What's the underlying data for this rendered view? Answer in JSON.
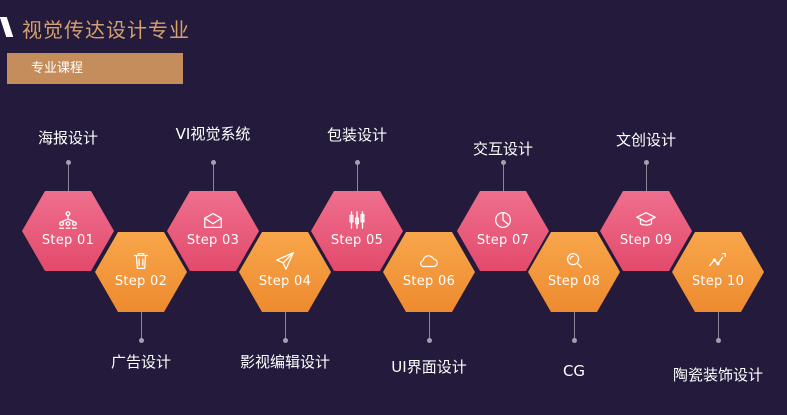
{
  "header": {
    "title": "视觉传达设计专业"
  },
  "tab": {
    "label": "专业课程"
  },
  "colors": {
    "background": "#241a3b",
    "accent": "#c58d5b",
    "pink": "#e34a6c",
    "orange": "#ee8a2f"
  },
  "steps": [
    {
      "step": "Step 01",
      "label": "海报设计",
      "icon": "people-network-icon",
      "color": "pink"
    },
    {
      "step": "Step 02",
      "label": "广告设计",
      "icon": "trash-icon",
      "color": "orange"
    },
    {
      "step": "Step 03",
      "label": "VI视觉系统",
      "icon": "mail-open-icon",
      "color": "pink"
    },
    {
      "step": "Step 04",
      "label": "影视编辑设计",
      "icon": "paper-plane-icon",
      "color": "orange"
    },
    {
      "step": "Step 05",
      "label": "包装设计",
      "icon": "candlestick-chart-icon",
      "color": "pink"
    },
    {
      "step": "Step 06",
      "label": "UI界面设计",
      "icon": "cloud-icon",
      "color": "orange"
    },
    {
      "step": "Step 07",
      "label": "交互设计",
      "icon": "pie-chart-icon",
      "color": "pink"
    },
    {
      "step": "Step 08",
      "label": "CG",
      "icon": "search-icon",
      "color": "orange"
    },
    {
      "step": "Step 09",
      "label": "文创设计",
      "icon": "graduation-cap-icon",
      "color": "pink"
    },
    {
      "step": "Step 10",
      "label": "陶瓷装饰设计",
      "icon": "trend-line-icon",
      "color": "orange"
    }
  ]
}
